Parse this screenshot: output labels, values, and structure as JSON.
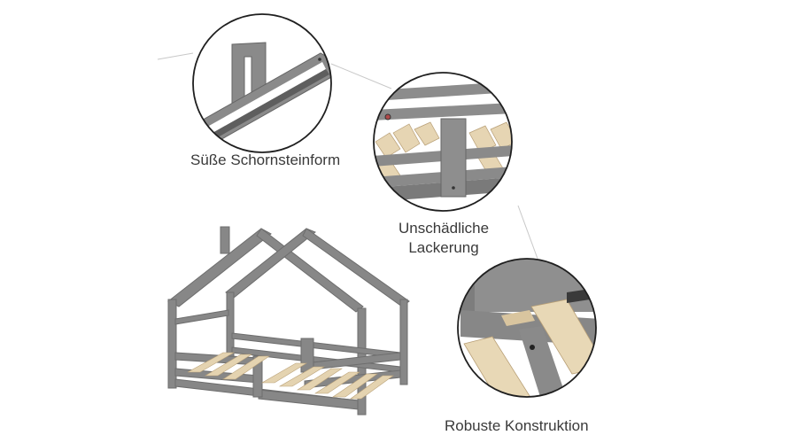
{
  "callouts": [
    {
      "line1": "Süße Schornsteinform"
    },
    {
      "line1": "Unschädliche",
      "line2": "Lackerung"
    },
    {
      "line1": "Robuste Konstruktion"
    }
  ],
  "colors": {
    "frame": "#858585",
    "frame_dark": "#6e6e6e",
    "slat": "#e3d2b0",
    "slat_shadow": "#cdb791",
    "background": "#ffffff",
    "circle_border": "#222222"
  }
}
